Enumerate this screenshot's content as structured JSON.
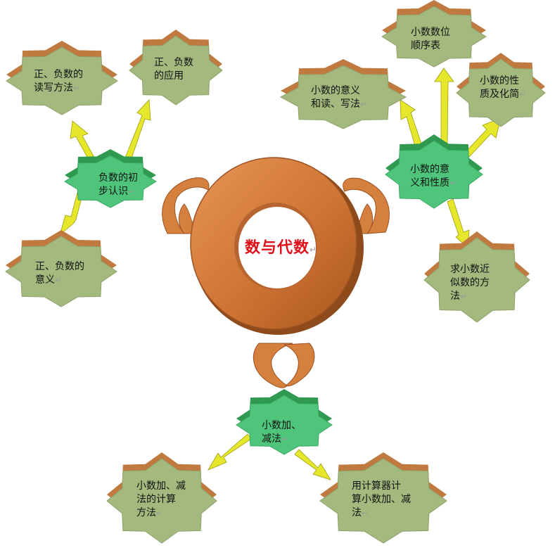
{
  "center": {
    "text": "数与代数",
    "mark": "↵"
  },
  "hubs": [
    {
      "id": "neg",
      "lines": [
        "负数的初",
        "步认识"
      ],
      "mark": "↵"
    },
    {
      "id": "dec",
      "lines": [
        "小数的意",
        "义和性质"
      ],
      "mark": "↵"
    },
    {
      "id": "add",
      "lines": [
        "小数加、",
        "减法"
      ],
      "mark": "↵"
    }
  ],
  "leaves": [
    {
      "id": "l1",
      "lines": [
        "正、负数的",
        "读写方法"
      ],
      "mark": "↵"
    },
    {
      "id": "l2",
      "lines": [
        "正、负数",
        "的应用"
      ],
      "mark": ""
    },
    {
      "id": "l3",
      "lines": [
        "正、负数的",
        "意义"
      ],
      "mark": "↵"
    },
    {
      "id": "l4",
      "lines": [
        "小数的意义",
        "和读、写法"
      ],
      "mark": "↵"
    },
    {
      "id": "l5",
      "lines": [
        "小数数位",
        "顺序表"
      ],
      "mark": ""
    },
    {
      "id": "l6",
      "lines": [
        "小数的性",
        "质及化简"
      ],
      "mark": "↵"
    },
    {
      "id": "l7",
      "lines": [
        "求小数近",
        "似数的方",
        "法"
      ],
      "mark": "↵"
    },
    {
      "id": "l8",
      "lines": [
        "小数加、减",
        "法的计算",
        "方法"
      ],
      "mark": "↵"
    },
    {
      "id": "l9",
      "lines": [
        "用计算器计",
        "算小数加、减",
        "法"
      ],
      "mark": "↵"
    }
  ],
  "colors": {
    "leaf_fill": "#a4b97e",
    "leaf_top": "#c07a40",
    "hub_fill": "#4ec57a",
    "hub_top": "#2f9a4f",
    "ring": "#d27a38",
    "arrow": "#e7e726"
  }
}
